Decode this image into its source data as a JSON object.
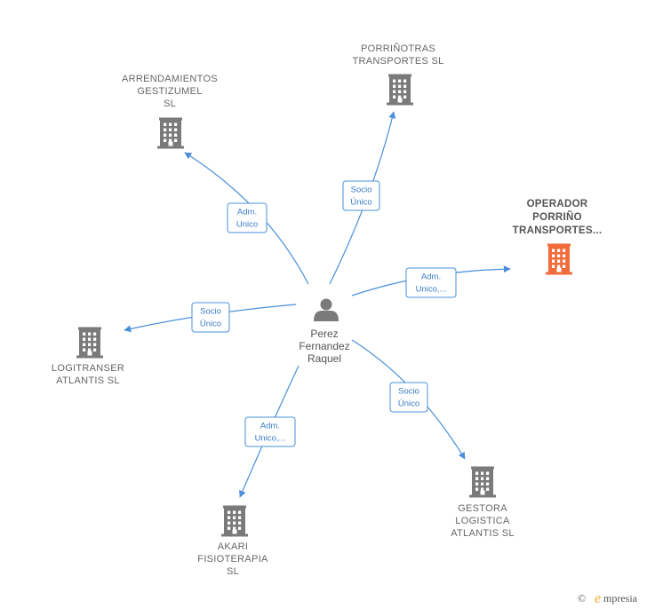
{
  "person": {
    "lines": [
      "Perez",
      "Fernandez",
      "Raquel"
    ]
  },
  "companies": [
    {
      "id": "arrendamientos",
      "lines": [
        "ARRENDAMIENTOS",
        "GESTIZUMEL",
        "SL"
      ],
      "highlight": false
    },
    {
      "id": "porrinotras",
      "lines": [
        "PORRIÑOTRAS",
        "TRANSPORTES SL"
      ],
      "highlight": false
    },
    {
      "id": "operador",
      "lines": [
        "OPERADOR",
        "PORRIÑO",
        "TRANSPORTES..."
      ],
      "highlight": true
    },
    {
      "id": "logitranser",
      "lines": [
        "LOGITRANSER",
        "ATLANTIS  SL"
      ],
      "highlight": false
    },
    {
      "id": "gestora",
      "lines": [
        "GESTORA",
        "LOGISTICA",
        "ATLANTIS  SL"
      ],
      "highlight": false
    },
    {
      "id": "akari",
      "lines": [
        "AKARI",
        "FISIOTERAPIA",
        "SL"
      ],
      "highlight": false
    }
  ],
  "edges": [
    {
      "target": "arrendamientos",
      "lines": [
        "Adm.",
        "Unico"
      ]
    },
    {
      "target": "porrinotras",
      "lines": [
        "Socio",
        "Único"
      ]
    },
    {
      "target": "operador",
      "lines": [
        "Adm.",
        "Unico,..."
      ]
    },
    {
      "target": "logitranser",
      "lines": [
        "Socio",
        "Único"
      ]
    },
    {
      "target": "gestora",
      "lines": [
        "Socio",
        "Único"
      ]
    },
    {
      "target": "akari",
      "lines": [
        "Adm.",
        "Unico,..."
      ]
    }
  ],
  "colors": {
    "edge": "#4a8fdb",
    "building": "#7a7a7a",
    "building_highlight": "#f26b3a",
    "person": "#7a7a7a"
  },
  "icons": {
    "company": "building-icon",
    "person": "person-icon"
  },
  "brand": {
    "copyright": "©",
    "initial": "e",
    "rest": "mpresia"
  }
}
